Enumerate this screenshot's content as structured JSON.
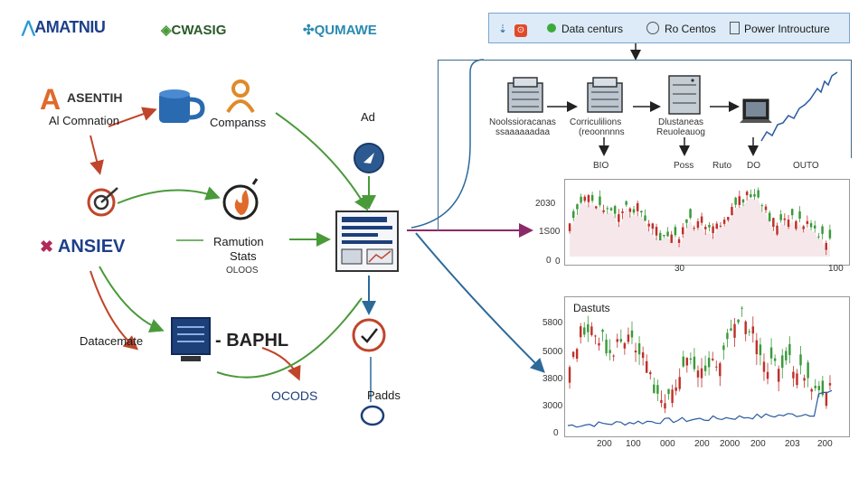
{
  "header": {
    "logo1": "AMATNIU",
    "logo2": "CWASIG",
    "logo3": "QUMAWE"
  },
  "legend": {
    "items": [
      "Data centurs",
      "Ro Centos",
      "Power Introucture"
    ]
  },
  "left": {
    "ai_title": "ASENTIH",
    "ai_sub": "Al Comnation",
    "companies": "Companss",
    "brand": "ANSIEV",
    "results": "Ramution",
    "stats": "Stats",
    "stats_sub": "OLOOS",
    "datacenter": "Datacemate",
    "arrow_label": "- BAPHL",
    "codes": "OCODS",
    "ad": "Ad",
    "pads": "Padds"
  },
  "pipeline": {
    "nodes": [
      "Noolssioracanas",
      "Corriculilions",
      "Dlustaneas"
    ],
    "nodes_sub": [
      "ssaaaaaadaa",
      "(reoonnnns",
      "Reuoleauog"
    ],
    "bottom": [
      "BIO",
      "Poss",
      "Ruto",
      "DO",
      "OUTO"
    ]
  },
  "chart_top": {
    "y_ticks": [
      "2030",
      "1S00",
      "0"
    ],
    "x_ticks": [
      "0",
      "30",
      "100"
    ]
  },
  "chart_bottom": {
    "title": "Dastuts",
    "y_ticks": [
      "5800",
      "5000",
      "3800",
      "3000",
      "0"
    ],
    "x_ticks": [
      "200",
      "100",
      "000",
      "200",
      "2000",
      "200",
      "203",
      "200"
    ]
  },
  "colors": {
    "green_arrow": "#4a9a3a",
    "red_arrow": "#c0452a",
    "blue_arrow": "#2c6a9a",
    "purple_arrow": "#8a2a6a",
    "candle_up": "#3a9a3a",
    "candle_down": "#c0302a",
    "line_blue": "#2a5aa0"
  }
}
